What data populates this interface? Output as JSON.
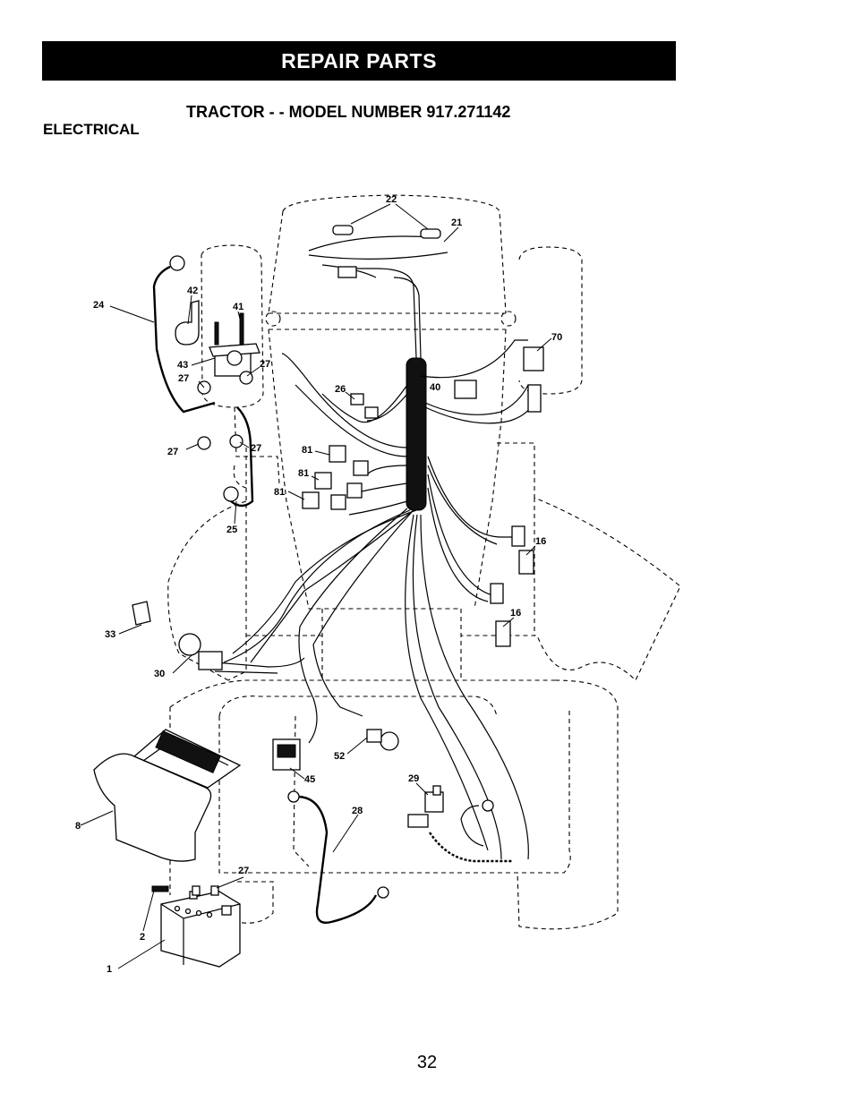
{
  "header": {
    "title": "REPAIR PARTS"
  },
  "subtitle": "TRACTOR - - MODEL NUMBER 917.271142",
  "section": "ELECTRICAL",
  "page_number": "32",
  "callouts": [
    "22",
    "21",
    "42",
    "41",
    "24",
    "43",
    "27",
    "27",
    "27",
    "27",
    "26",
    "40",
    "70",
    "81",
    "81",
    "81",
    "25",
    "16",
    "16",
    "33",
    "30",
    "8",
    "45",
    "52",
    "29",
    "28",
    "27",
    "2",
    "1"
  ]
}
